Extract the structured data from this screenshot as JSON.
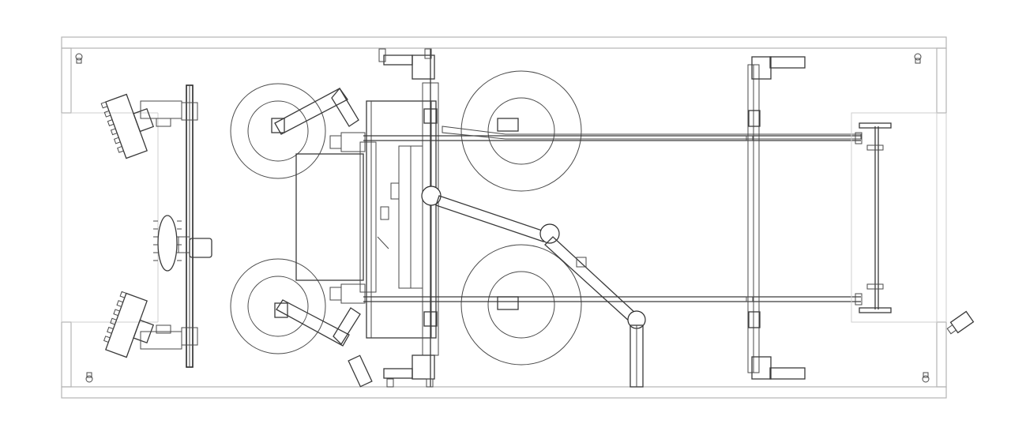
{
  "diagram": {
    "view": "plan",
    "colors": {
      "background": "#ffffff",
      "line": "#3a3a3a",
      "wall": "#b5b5b5",
      "hatch": "#c4c4c4"
    },
    "components": [
      "enclosure-wall",
      "left-lamp-bar",
      "wheel",
      "carriage-frame",
      "track-rail",
      "articulated-arm",
      "corner-bracket",
      "end-fixture",
      "mounting-point"
    ]
  }
}
